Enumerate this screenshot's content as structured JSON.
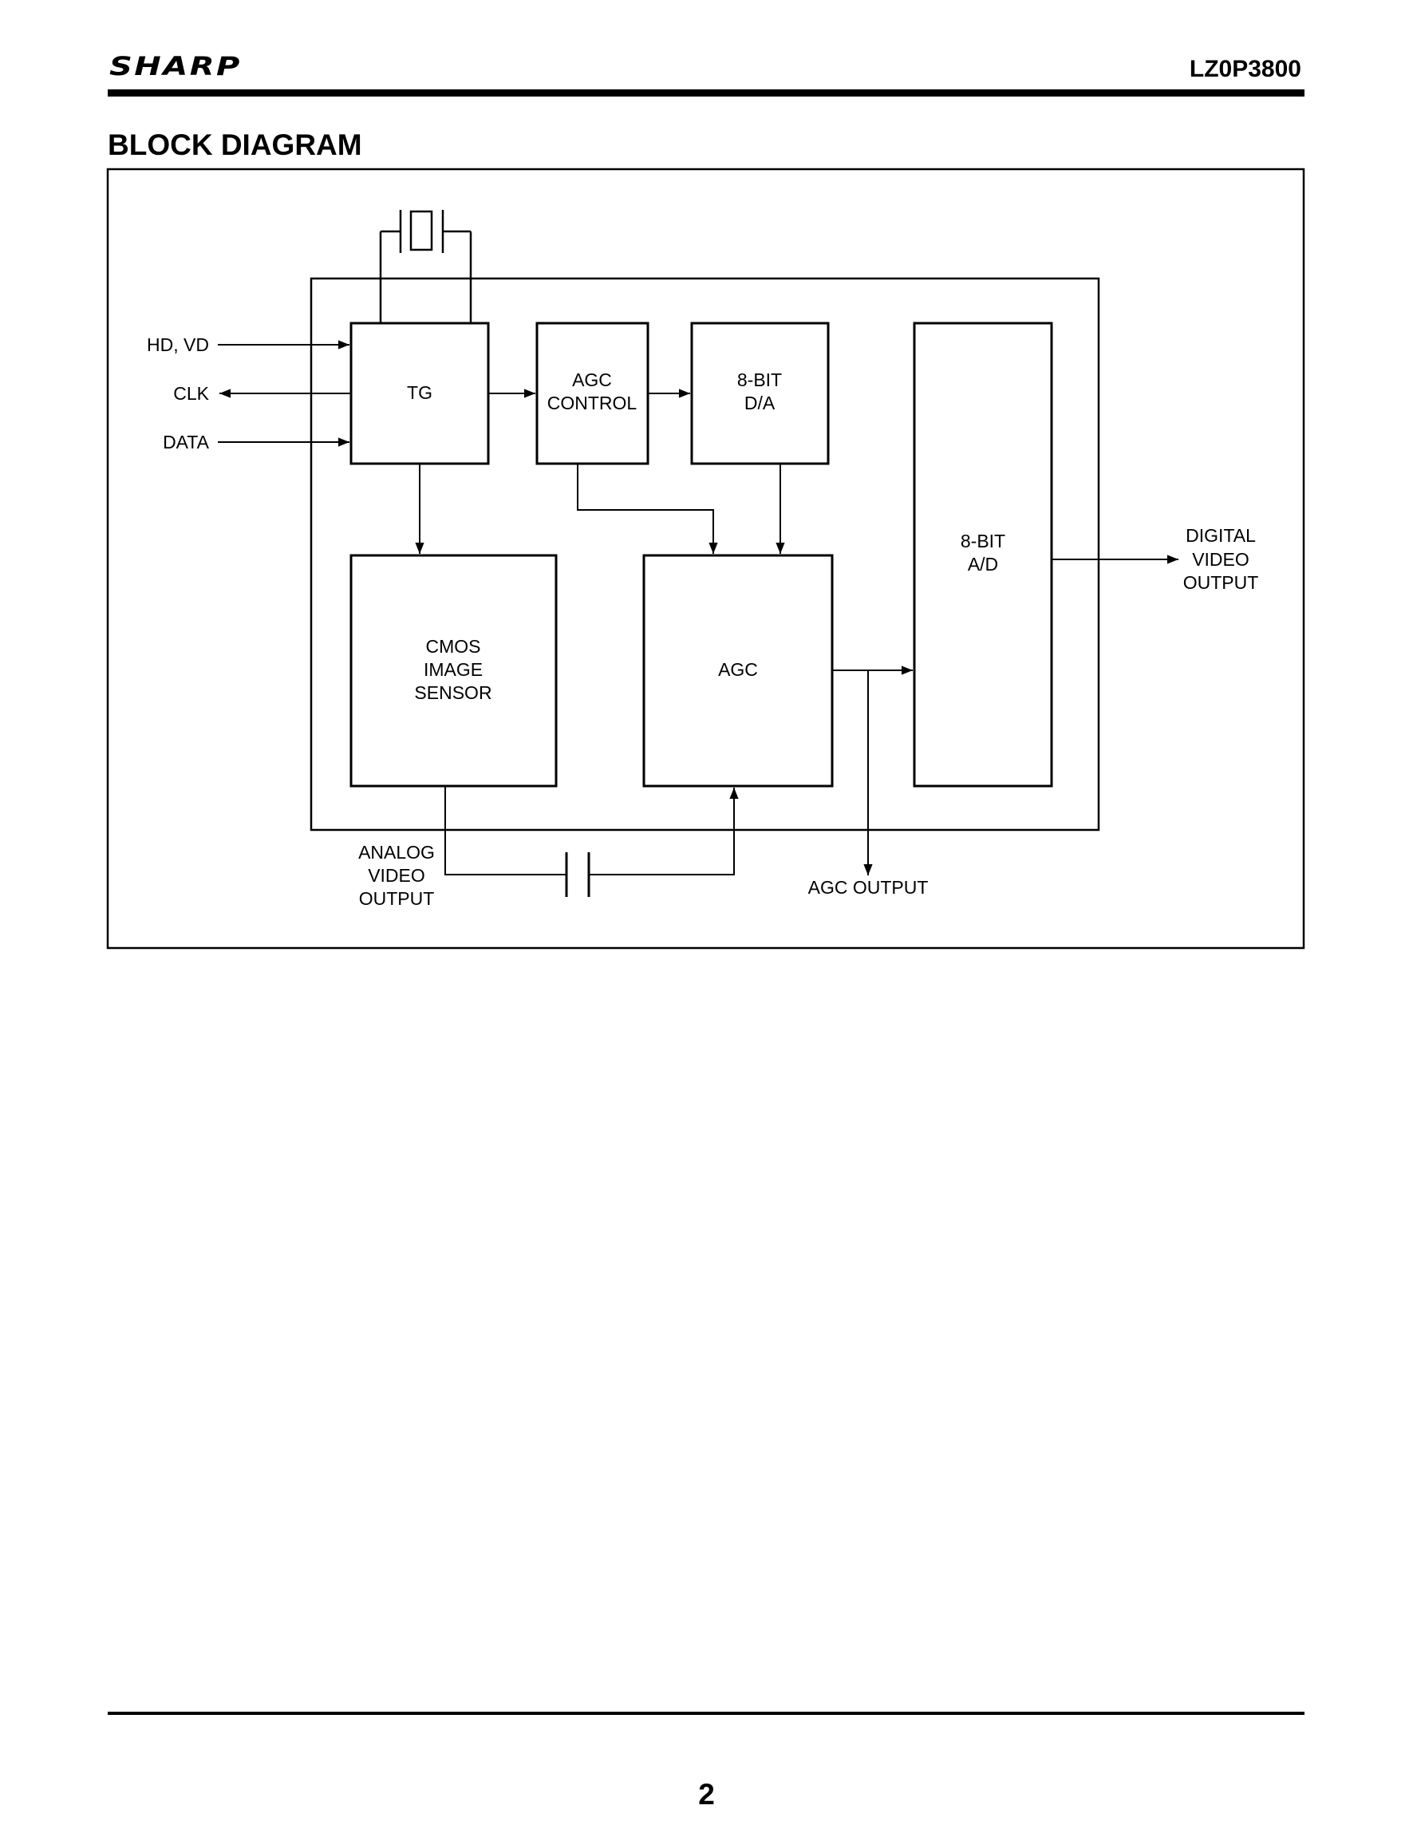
{
  "header": {
    "brand": "SHARP",
    "part_number": "LZ0P3800"
  },
  "section_title": "BLOCK DIAGRAM",
  "diagram": {
    "inputs": {
      "hd_vd": "HD, VD",
      "clk": "CLK",
      "data": "DATA"
    },
    "blocks": {
      "tg": [
        "TG"
      ],
      "agc_control": [
        "AGC",
        "CONTROL"
      ],
      "da": [
        "8-BIT",
        "D/A"
      ],
      "ad": [
        "8-BIT",
        "A/D"
      ],
      "cmos": [
        "CMOS",
        "IMAGE",
        "SENSOR"
      ],
      "agc": [
        "AGC"
      ]
    },
    "outputs": {
      "digital": [
        "DIGITAL",
        "VIDEO",
        "OUTPUT"
      ],
      "analog": [
        "ANALOG",
        "VIDEO",
        "OUTPUT"
      ],
      "agc": "AGC OUTPUT"
    }
  },
  "footer": {
    "page_number": "2"
  }
}
